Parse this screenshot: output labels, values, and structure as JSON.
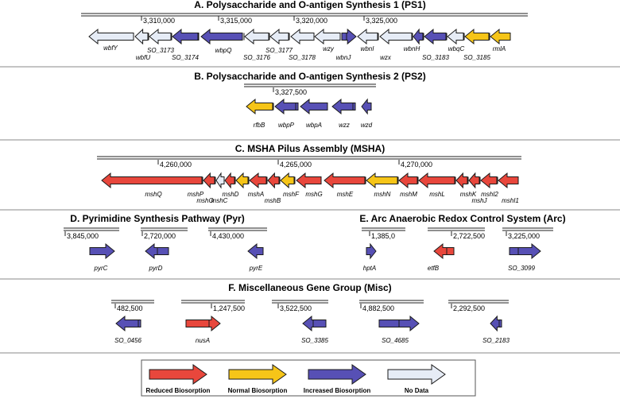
{
  "colors": {
    "reduced": "#e8473c",
    "normal": "#f6c518",
    "increased": "#5750b5",
    "nodata": "#e6ecf6",
    "stroke": "#1a1a1a"
  },
  "sections": {
    "ps1": {
      "title": "A. Polysaccharide and O-antigen Synthesis 1 (PS1)",
      "coords": [
        "3,310,000",
        "3,315,000",
        "3,320,000",
        "3,325,000"
      ],
      "genes": [
        {
          "name": "wbfY",
          "status": "nodata",
          "dir": "left"
        },
        {
          "name": "wbfU",
          "status": "nodata",
          "dir": "left"
        },
        {
          "name": "SO_3173",
          "status": "nodata",
          "dir": "left"
        },
        {
          "name": "SO_3174",
          "status": "increased",
          "dir": "left"
        },
        {
          "name": "wbpQ",
          "status": "increased",
          "dir": "left"
        },
        {
          "name": "SO_3176",
          "status": "nodata",
          "dir": "left"
        },
        {
          "name": "SO_3177",
          "status": "nodata",
          "dir": "left"
        },
        {
          "name": "SO_3178",
          "status": "nodata",
          "dir": "left"
        },
        {
          "name": "wzy",
          "status": "nodata",
          "dir": "left"
        },
        {
          "name": "wbnJ",
          "status": "increased",
          "dir": "right"
        },
        {
          "name": "wbnI",
          "status": "nodata",
          "dir": "left"
        },
        {
          "name": "wzx",
          "status": "nodata",
          "dir": "left"
        },
        {
          "name": "wbnH",
          "status": "increased",
          "dir": "left"
        },
        {
          "name": "SO_3183",
          "status": "increased",
          "dir": "left"
        },
        {
          "name": "wbqC",
          "status": "nodata",
          "dir": "left"
        },
        {
          "name": "SO_3185",
          "status": "normal",
          "dir": "left"
        },
        {
          "name": "rmlA",
          "status": "normal",
          "dir": "left"
        }
      ]
    },
    "ps2": {
      "title": "B. Polysaccharide and O-antigen Synthesis 2 (PS2)",
      "coords": [
        "3,327,500"
      ],
      "genes": [
        {
          "name": "rfbB",
          "status": "normal",
          "dir": "left"
        },
        {
          "name": "wbpP",
          "status": "increased",
          "dir": "left"
        },
        {
          "name": "wbpA",
          "status": "increased",
          "dir": "left"
        },
        {
          "name": "wzz",
          "status": "increased",
          "dir": "left"
        },
        {
          "name": "wzd",
          "status": "increased",
          "dir": "left"
        }
      ]
    },
    "msha": {
      "title": "C. MSHA Pilus Assembly (MSHA)",
      "coords": [
        "4,260,000",
        "4,265,000",
        "4,270,000"
      ],
      "genes": [
        {
          "name": "mshQ",
          "status": "reduced",
          "dir": "left"
        },
        {
          "name": "mshP",
          "status": "reduced",
          "dir": "left"
        },
        {
          "name": "mshO",
          "status": "nodata",
          "dir": "left"
        },
        {
          "name": "mshD",
          "status": "reduced",
          "dir": "left"
        },
        {
          "name": "mshC",
          "status": "normal",
          "dir": "left"
        },
        {
          "name": "mshA",
          "status": "reduced",
          "dir": "left"
        },
        {
          "name": "mshB",
          "status": "reduced",
          "dir": "left"
        },
        {
          "name": "mshF",
          "status": "normal",
          "dir": "left"
        },
        {
          "name": "mshG",
          "status": "reduced",
          "dir": "left"
        },
        {
          "name": "mshE",
          "status": "reduced",
          "dir": "left"
        },
        {
          "name": "mshN",
          "status": "normal",
          "dir": "left"
        },
        {
          "name": "mshM",
          "status": "reduced",
          "dir": "left"
        },
        {
          "name": "mshL",
          "status": "reduced",
          "dir": "left"
        },
        {
          "name": "mshK",
          "status": "reduced",
          "dir": "left"
        },
        {
          "name": "mshJ",
          "status": "reduced",
          "dir": "left"
        },
        {
          "name": "mshI2",
          "status": "reduced",
          "dir": "left"
        },
        {
          "name": "mshI1",
          "status": "reduced",
          "dir": "left"
        }
      ]
    },
    "pyr": {
      "title": "D. Pyrimidine Synthesis Pathway (Pyr)",
      "coords": [
        "3,845,000",
        "2,720,000",
        "4,430,000"
      ],
      "genes": [
        {
          "name": "pyrC",
          "status": "increased",
          "dir": "right"
        },
        {
          "name": "pyrD",
          "status": "increased",
          "dir": "left"
        },
        {
          "name": "pyrE",
          "status": "increased",
          "dir": "left"
        }
      ]
    },
    "arc": {
      "title": "E. Arc Anaerobic Redox Control System (Arc)",
      "coords": [
        "1,385,0",
        "2,722,500",
        "3,225,000"
      ],
      "genes": [
        {
          "name": "hptA",
          "status": "increased",
          "dir": "right"
        },
        {
          "name": "etfB",
          "status": "reduced",
          "dir": "left"
        },
        {
          "name": "SO_3099",
          "status": "increased",
          "dir": "right"
        }
      ]
    },
    "misc": {
      "title": "F. Miscellaneous Gene Group (Misc)",
      "coords": [
        "482,500",
        "1,247,500",
        "3,522,500",
        "4,882,500",
        "2,292,500"
      ],
      "genes": [
        {
          "name": "SO_0456",
          "status": "increased",
          "dir": "left"
        },
        {
          "name": "nusA",
          "status": "reduced",
          "dir": "right"
        },
        {
          "name": "SO_3385",
          "status": "increased",
          "dir": "left"
        },
        {
          "name": "SO_4685",
          "status": "increased",
          "dir": "right"
        },
        {
          "name": "SO_2183",
          "status": "increased",
          "dir": "left"
        }
      ]
    }
  },
  "legend": [
    {
      "label": "Reduced Biosorption",
      "status": "reduced"
    },
    {
      "label": "Normal Biosorption",
      "status": "normal"
    },
    {
      "label": "Increased Biosorption",
      "status": "increased"
    },
    {
      "label": "No Data",
      "status": "nodata"
    }
  ]
}
